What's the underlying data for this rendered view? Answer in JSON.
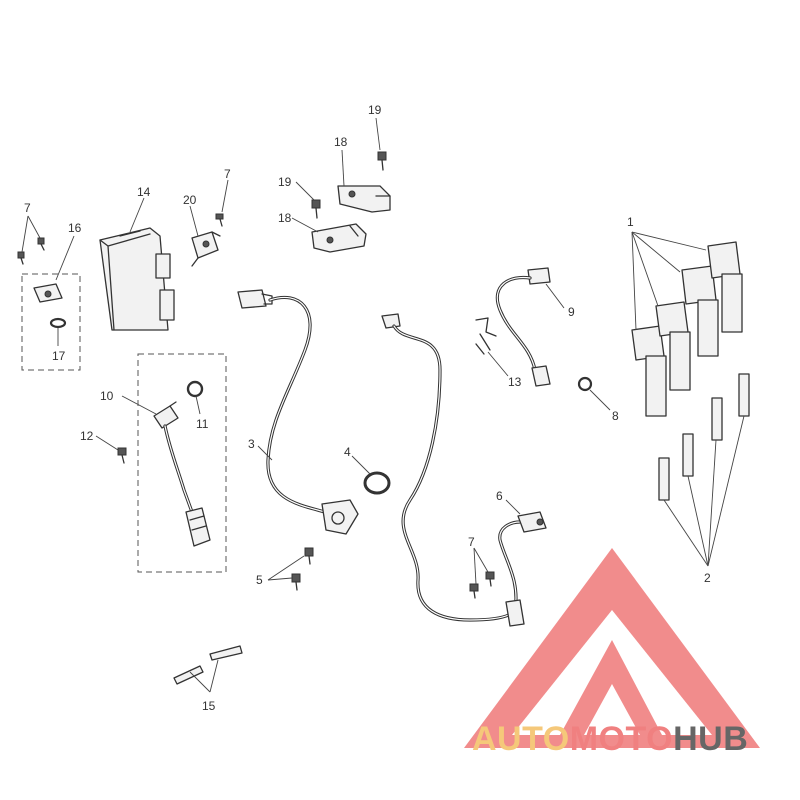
{
  "diagram": {
    "callouts": [
      "1",
      "2",
      "3",
      "4",
      "5",
      "6",
      "7",
      "7",
      "7",
      "8",
      "9",
      "10",
      "11",
      "12",
      "13",
      "14",
      "15",
      "16",
      "17",
      "18",
      "18",
      "19",
      "19",
      "20"
    ],
    "colors": {
      "line": "#333333",
      "logo_triangle": "#f08080",
      "logo_text_light": "#f5c87a",
      "logo_text_mid": "#f08080",
      "logo_text_dark": "#666666"
    }
  },
  "watermark": {
    "part1": "AUTO",
    "part2": "MOTO",
    "part3": "HUB"
  }
}
